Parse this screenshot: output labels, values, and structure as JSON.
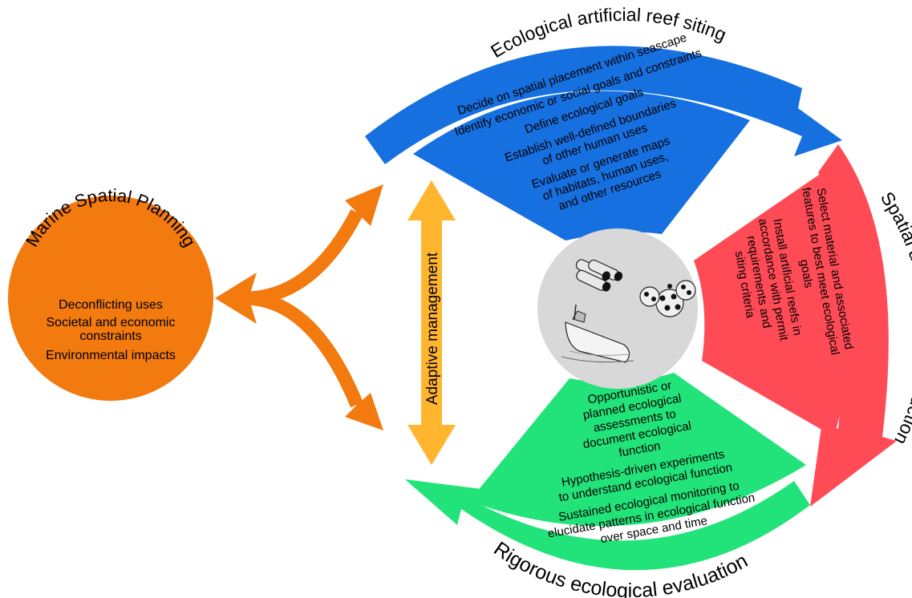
{
  "colors": {
    "siting": "#1670e0",
    "design": "#ff4b55",
    "evaluation": "#22e37a",
    "planning": "#f27a0f",
    "adaptive": "#ffb52e",
    "center": "#d8d8d8"
  },
  "siting": {
    "title": "Ecological artificial reef siting",
    "items": [
      "Decide on spatial placement within seascape",
      "Identify economic or social goals and constraints",
      "Define ecological goals",
      "Establish well-defined boundaries",
      "of other human uses",
      "Evaluate or generate maps",
      "of habitats, human uses,",
      "and other resources"
    ]
  },
  "design": {
    "title": "Spatial design and construction",
    "items": [
      "Select material and associated",
      "features to best meet ecological",
      "goals",
      "Install artificial reefs in",
      "accordance with permit",
      "requirements and",
      "siting criteria"
    ]
  },
  "evaluation": {
    "title": "Rigorous ecological evaluation",
    "items": [
      "Opportunistic or",
      "planned ecological",
      "assessments to",
      "document ecological",
      "function",
      "Hypothesis-driven experiments",
      "to understand ecological function",
      "Sustained ecological monitoring to",
      "elucidate patterns in ecological function",
      "over space and time"
    ]
  },
  "planning": {
    "title": "Marine Spatial Planning",
    "items": [
      "Deconflicting uses",
      "Societal and economic",
      "constraints",
      "Environmental impacts"
    ]
  },
  "adaptive": {
    "label": "Adaptive management"
  },
  "center": {
    "icons": [
      "concrete-pipes-icon",
      "reef-ball-modules-icon",
      "sunken-ship-icon"
    ]
  }
}
